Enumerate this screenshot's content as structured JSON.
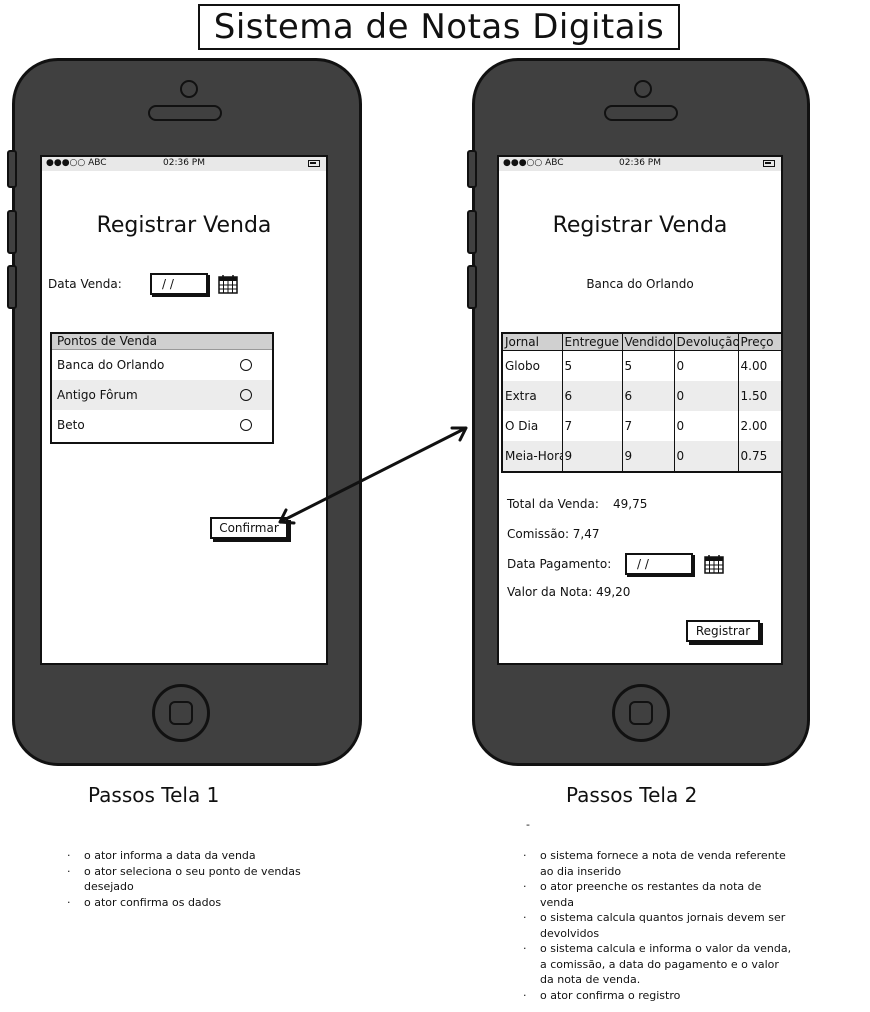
{
  "page_title": "Sistema de Notas Digitais",
  "status_bar": {
    "carrier": "●●●○○ ABC",
    "time": "02:36 PM"
  },
  "screen1": {
    "title": "Registrar Venda",
    "date_label": "Data Venda:",
    "date_value": "/ /",
    "list_header": "Pontos de Venda",
    "points": [
      "Banca do Orlando",
      "Antigo Fôrum",
      "Beto"
    ],
    "confirm_label": "Confirmar"
  },
  "screen2": {
    "title": "Registrar Venda",
    "selected_point": "Banca do Orlando",
    "table": {
      "headers": [
        "Jornal",
        "Entregue",
        "Vendido",
        "Devolução",
        "Preço"
      ],
      "rows": [
        [
          "Globo",
          "5",
          "5",
          "0",
          "4.00"
        ],
        [
          "Extra",
          "6",
          "6",
          "0",
          "1.50"
        ],
        [
          "O Dia",
          "7",
          "7",
          "0",
          "2.00"
        ],
        [
          "Meia-Hora",
          "9",
          "9",
          "0",
          "0.75"
        ]
      ]
    },
    "total_label": "Total da Venda:",
    "total_value": "49,75",
    "commission_text": "Comissão: 7,47",
    "payment_label": "Data Pagamento:",
    "payment_value": "/ /",
    "note_value_text": "Valor da Nota: 49,20",
    "register_label": "Registrar"
  },
  "steps1": {
    "title": "Passos Tela 1",
    "items": [
      "o ator informa a data da venda",
      "o ator seleciona o seu ponto de vendas desejado",
      "o ator confirma os dados"
    ]
  },
  "steps2": {
    "title": "Passos Tela 2",
    "marker": "-",
    "items": [
      "o sistema fornece a nota de venda referente ao dia inserido",
      "o ator preenche os restantes da nota de venda",
      "o sistema calcula quantos jornais devem ser devolvidos",
      "o sistema calcula e informa o valor da venda, a comissão, a data do pagamento e o valor da nota de venda.",
      "o ator confirma o registro"
    ]
  }
}
